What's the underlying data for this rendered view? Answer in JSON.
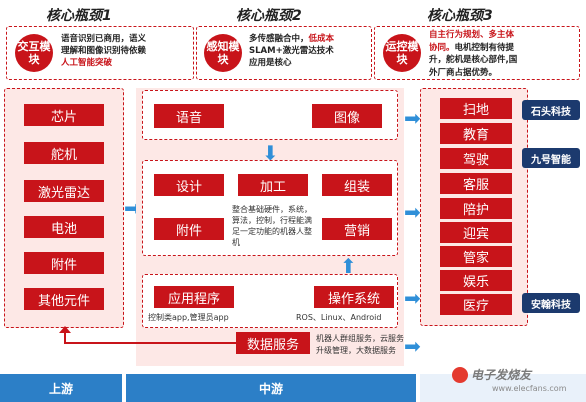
{
  "headers": [
    "核心瓶颈1",
    "核心瓶颈2",
    "核心瓶颈3"
  ],
  "bottlenecks": [
    {
      "module": "交互模块",
      "line1": "语音识别已商用，语义",
      "line2": "理解和图像识别待依赖",
      "highlight": "人工智能突破"
    },
    {
      "module": "感知模块",
      "line1a": "多传感融合中，",
      "line1b": "低成本",
      "line2": "SLAM+激光雷达技术",
      "line3": "应用是核心"
    },
    {
      "module": "运控模块",
      "highlight1": "自主行为规划、多主体",
      "highlight2": "协同。",
      "line2": "电机控制有待提",
      "line3": "升，舵机是核心部件,国",
      "line4": "外厂商占据优势。"
    }
  ],
  "upstream": {
    "items": [
      "芯片",
      "舵机",
      "激光雷达",
      "电池",
      "附件",
      "其他元件"
    ]
  },
  "midstream": {
    "top": [
      "语音",
      "图像"
    ],
    "mid_row1": [
      "设计",
      "加工",
      "组装"
    ],
    "mid_row2_left": "附件",
    "mid_row2_text": "整合基础硬件，系统，算法，控制，行程能满足一定功能的机器人整机",
    "mid_row2_right": "营销",
    "bottom_left": "应用程序",
    "bottom_left_note": "控制类app,管理员app",
    "bottom_right": "操作系统",
    "bottom_right_note": "ROS、Linux、Android",
    "data_service": "数据服务",
    "data_service_note_1": "机器人群组服务，云服务",
    "data_service_note_2": "升级管理，大数据服务"
  },
  "downstream": {
    "items": [
      "扫地",
      "教育",
      "驾驶",
      "客服",
      "陪护",
      "迎宾",
      "管家",
      "娱乐",
      "医疗"
    ]
  },
  "companies": [
    "石头科技",
    "九号智能",
    "安翰科技"
  ],
  "footer": {
    "upstream": "上游",
    "midstream": "中游"
  },
  "watermark": "电子发烧友",
  "watermark_url": "www.elecfans.com",
  "colors": {
    "red": "#c8141a",
    "blue": "#2c7fc7",
    "navy": "#1c3a6e",
    "pink": "#fde8e6"
  }
}
